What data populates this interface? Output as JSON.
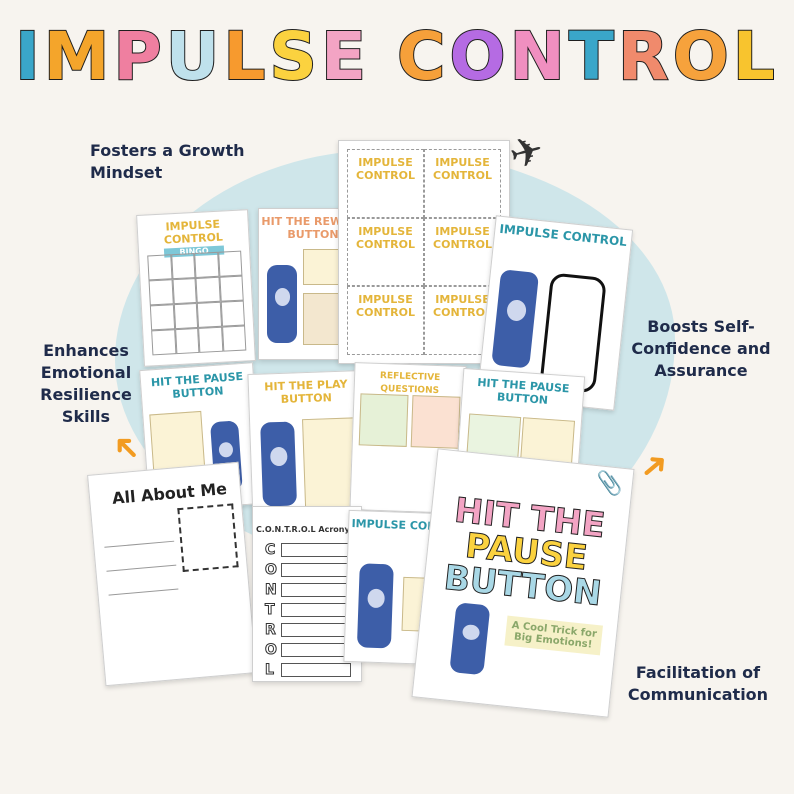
{
  "title": {
    "letters": [
      "I",
      "M",
      "P",
      "U",
      "L",
      "S",
      "E",
      " ",
      "C",
      "O",
      "N",
      "T",
      "R",
      "O",
      "L"
    ],
    "colors": [
      "#3aa6c9",
      "#f4a52b",
      "#ef7fa0",
      "#bfe1ec",
      "#f79a2e",
      "#fbd23f",
      "#f3a4c4",
      "#ffffff",
      "#f6a03a",
      "#b56be3",
      "#f08fc0",
      "#3aa6c9",
      "#f08a6c",
      "#f6a23c",
      "#f8c42e"
    ]
  },
  "benefits": {
    "growth": "Fosters a Growth Mindset",
    "resilience": "Enhances Emotional Resilience Skills",
    "confidence": "Boosts Self-Confidence and Assurance",
    "communication": "Facilitation of Communication"
  },
  "pages": {
    "bingo_title": "IMPULSE CONTROL",
    "bingo_sub": "BINGO",
    "rewind_title": "HIT THE REWIND BUTTON",
    "cards_title": "IMPULSE CONTROL",
    "poster_title": "IMPULSE CONTROL",
    "pause1_title": "HIT THE PAUSE BUTTON",
    "play_title": "HIT THE PLAY BUTTON",
    "reflective_title": "REFLECTIVE QUESTIONS",
    "pause2_title": "HIT THE PAUSE BUTTON",
    "allaboutme_title": "All About Me",
    "acronym_title": "C.O.N.T.R.O.L Acronym",
    "acronym_letters": [
      "C",
      "O",
      "N",
      "T",
      "R",
      "O",
      "L"
    ],
    "impulse_title": "IMPULSE CONTROL",
    "cover_title": [
      "HIT THE",
      "PAUSE",
      "BUTTON"
    ],
    "cover_sub": "A Cool Trick for Big Emotions!"
  },
  "colors": {
    "blob": "#cfe6ea",
    "arrow": "#f29b21",
    "remote": "#3d5ea8",
    "text": "#1f2b4a"
  }
}
